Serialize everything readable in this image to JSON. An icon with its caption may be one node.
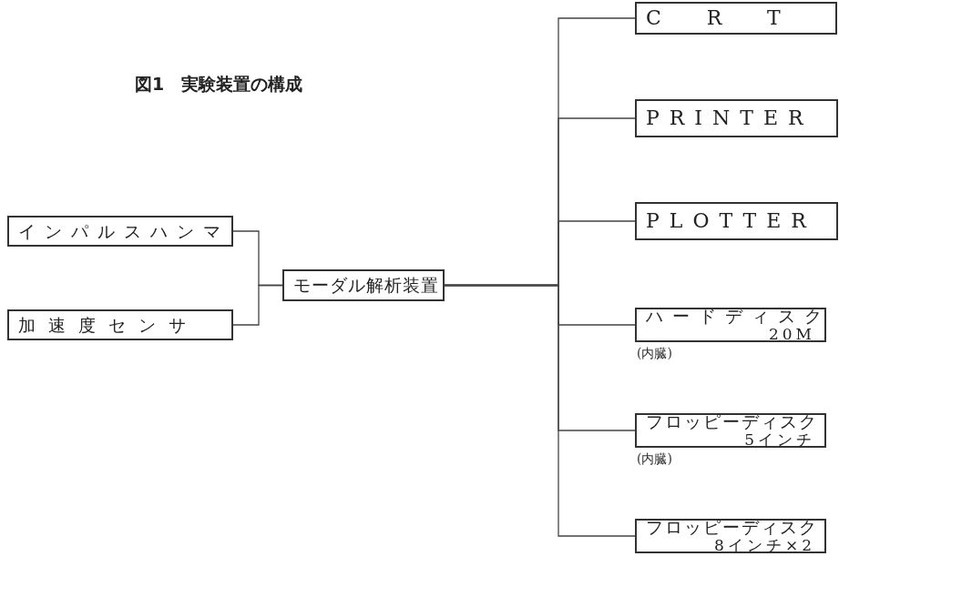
{
  "diagram": {
    "title": "図1　実験装置の構成",
    "nodes": [
      {
        "text": [
          "インパルスハンマ"
        ]
      },
      {
        "text": [
          "加速度センサ"
        ]
      },
      {
        "text": [
          "モーダル解析装置"
        ]
      },
      {
        "text": [
          "CRT"
        ]
      },
      {
        "text": [
          "PRINTER"
        ]
      },
      {
        "text": [
          "PLOTTER"
        ]
      },
      {
        "text": [
          "ハードディスク",
          "20M"
        ],
        "beside": [
          "(内臓)"
        ]
      },
      {
        "text": [
          "フロッピーディスク",
          "5インチ"
        ],
        "beside": [
          "(内臓)"
        ]
      },
      {
        "text": [
          "フロッピーディスク",
          "8インチ×2"
        ]
      }
    ],
    "edges": [
      {
        "from": 0,
        "to": 2,
        "arrow": "none"
      },
      {
        "from": 1,
        "to": 2,
        "arrow": "none"
      },
      {
        "from": 2,
        "to": 3,
        "arrow": "none"
      },
      {
        "from": 2,
        "to": 4,
        "arrow": "none"
      },
      {
        "from": 2,
        "to": 5,
        "arrow": "none"
      },
      {
        "from": 2,
        "to": 6,
        "arrow": "none"
      },
      {
        "from": 2,
        "to": 7,
        "arrow": "none"
      },
      {
        "from": 2,
        "to": 8,
        "arrow": "none"
      }
    ]
  }
}
